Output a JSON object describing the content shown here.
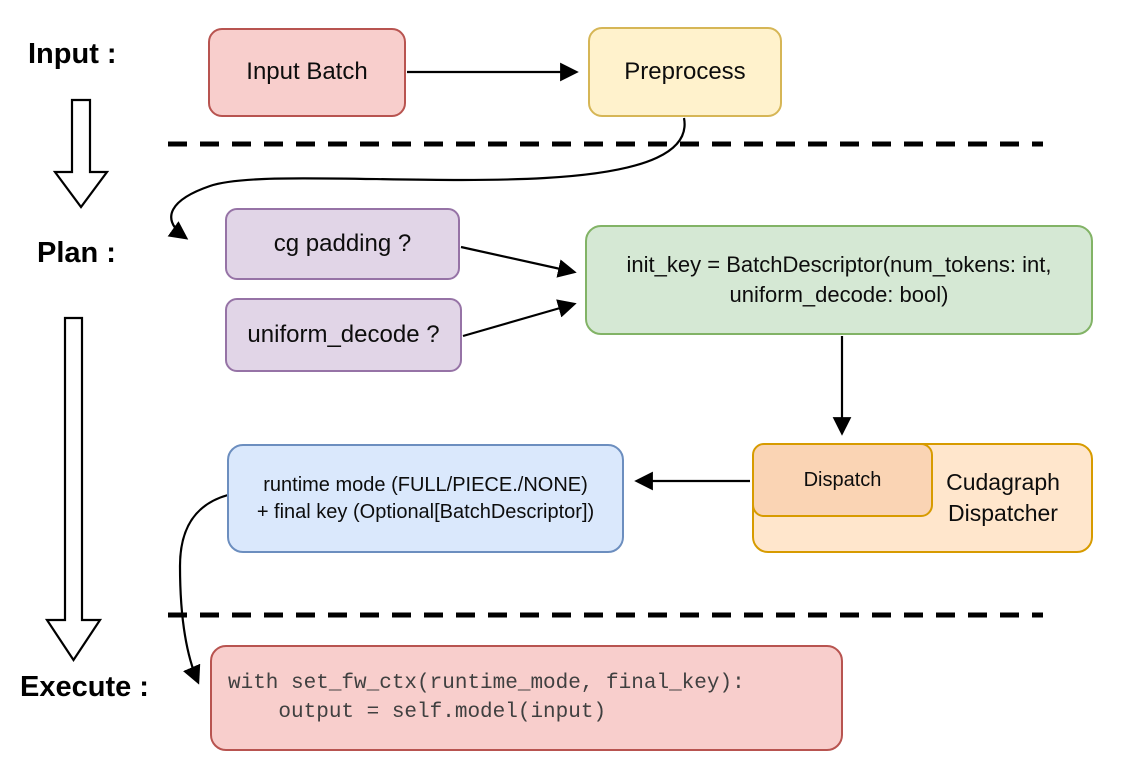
{
  "phases": {
    "input_label": "Input :",
    "plan_label": "Plan :",
    "execute_label": "Execute :"
  },
  "nodes": {
    "input_batch": "Input Batch",
    "preprocess": "Preprocess",
    "cg_padding": "cg padding ?",
    "uniform_decode": "uniform_decode ?",
    "init_key_line1": "init_key = BatchDescriptor(num_tokens: int,",
    "init_key_line2": "uniform_decode: bool)",
    "dispatch": "Dispatch",
    "dispatcher_line1": "Cudagraph",
    "dispatcher_line2": "Dispatcher",
    "runtime_line1": "runtime mode (FULL/PIECE./NONE)",
    "runtime_line2": "+ final key (Optional[BatchDescriptor])",
    "code_line1": "with set_fw_ctx(runtime_mode, final_key):",
    "code_line2": "    output = self.model(input)"
  },
  "colors": {
    "red_fill": "#f8cecc",
    "red_stroke": "#b85450",
    "yellow_fill": "#fff2cc",
    "yellow_stroke": "#d6b656",
    "purple_fill": "#e1d5e7",
    "purple_stroke": "#9673a6",
    "green_fill": "#d5e8d4",
    "green_stroke": "#82b366",
    "orange_outer_fill": "#ffe6cc",
    "orange_inner_fill": "#fad4b4",
    "orange_stroke": "#d79b00",
    "blue_fill": "#dae8fc",
    "blue_stroke": "#6c8ebf",
    "connector": "#000000"
  }
}
